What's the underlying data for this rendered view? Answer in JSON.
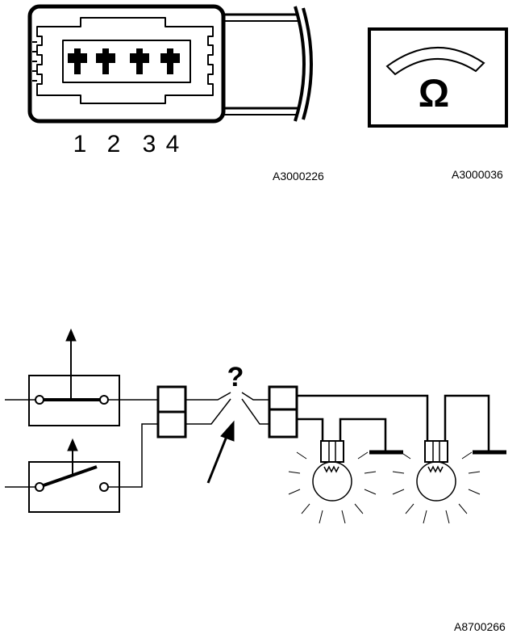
{
  "connector": {
    "pin_labels": [
      "1",
      "2",
      "3",
      "4"
    ],
    "ref_code": "A3000226"
  },
  "ohmmeter": {
    "symbol": "Ω",
    "ref_code": "A3000036"
  },
  "circuit": {
    "question_mark": "?",
    "ref_code": "A8700266"
  }
}
